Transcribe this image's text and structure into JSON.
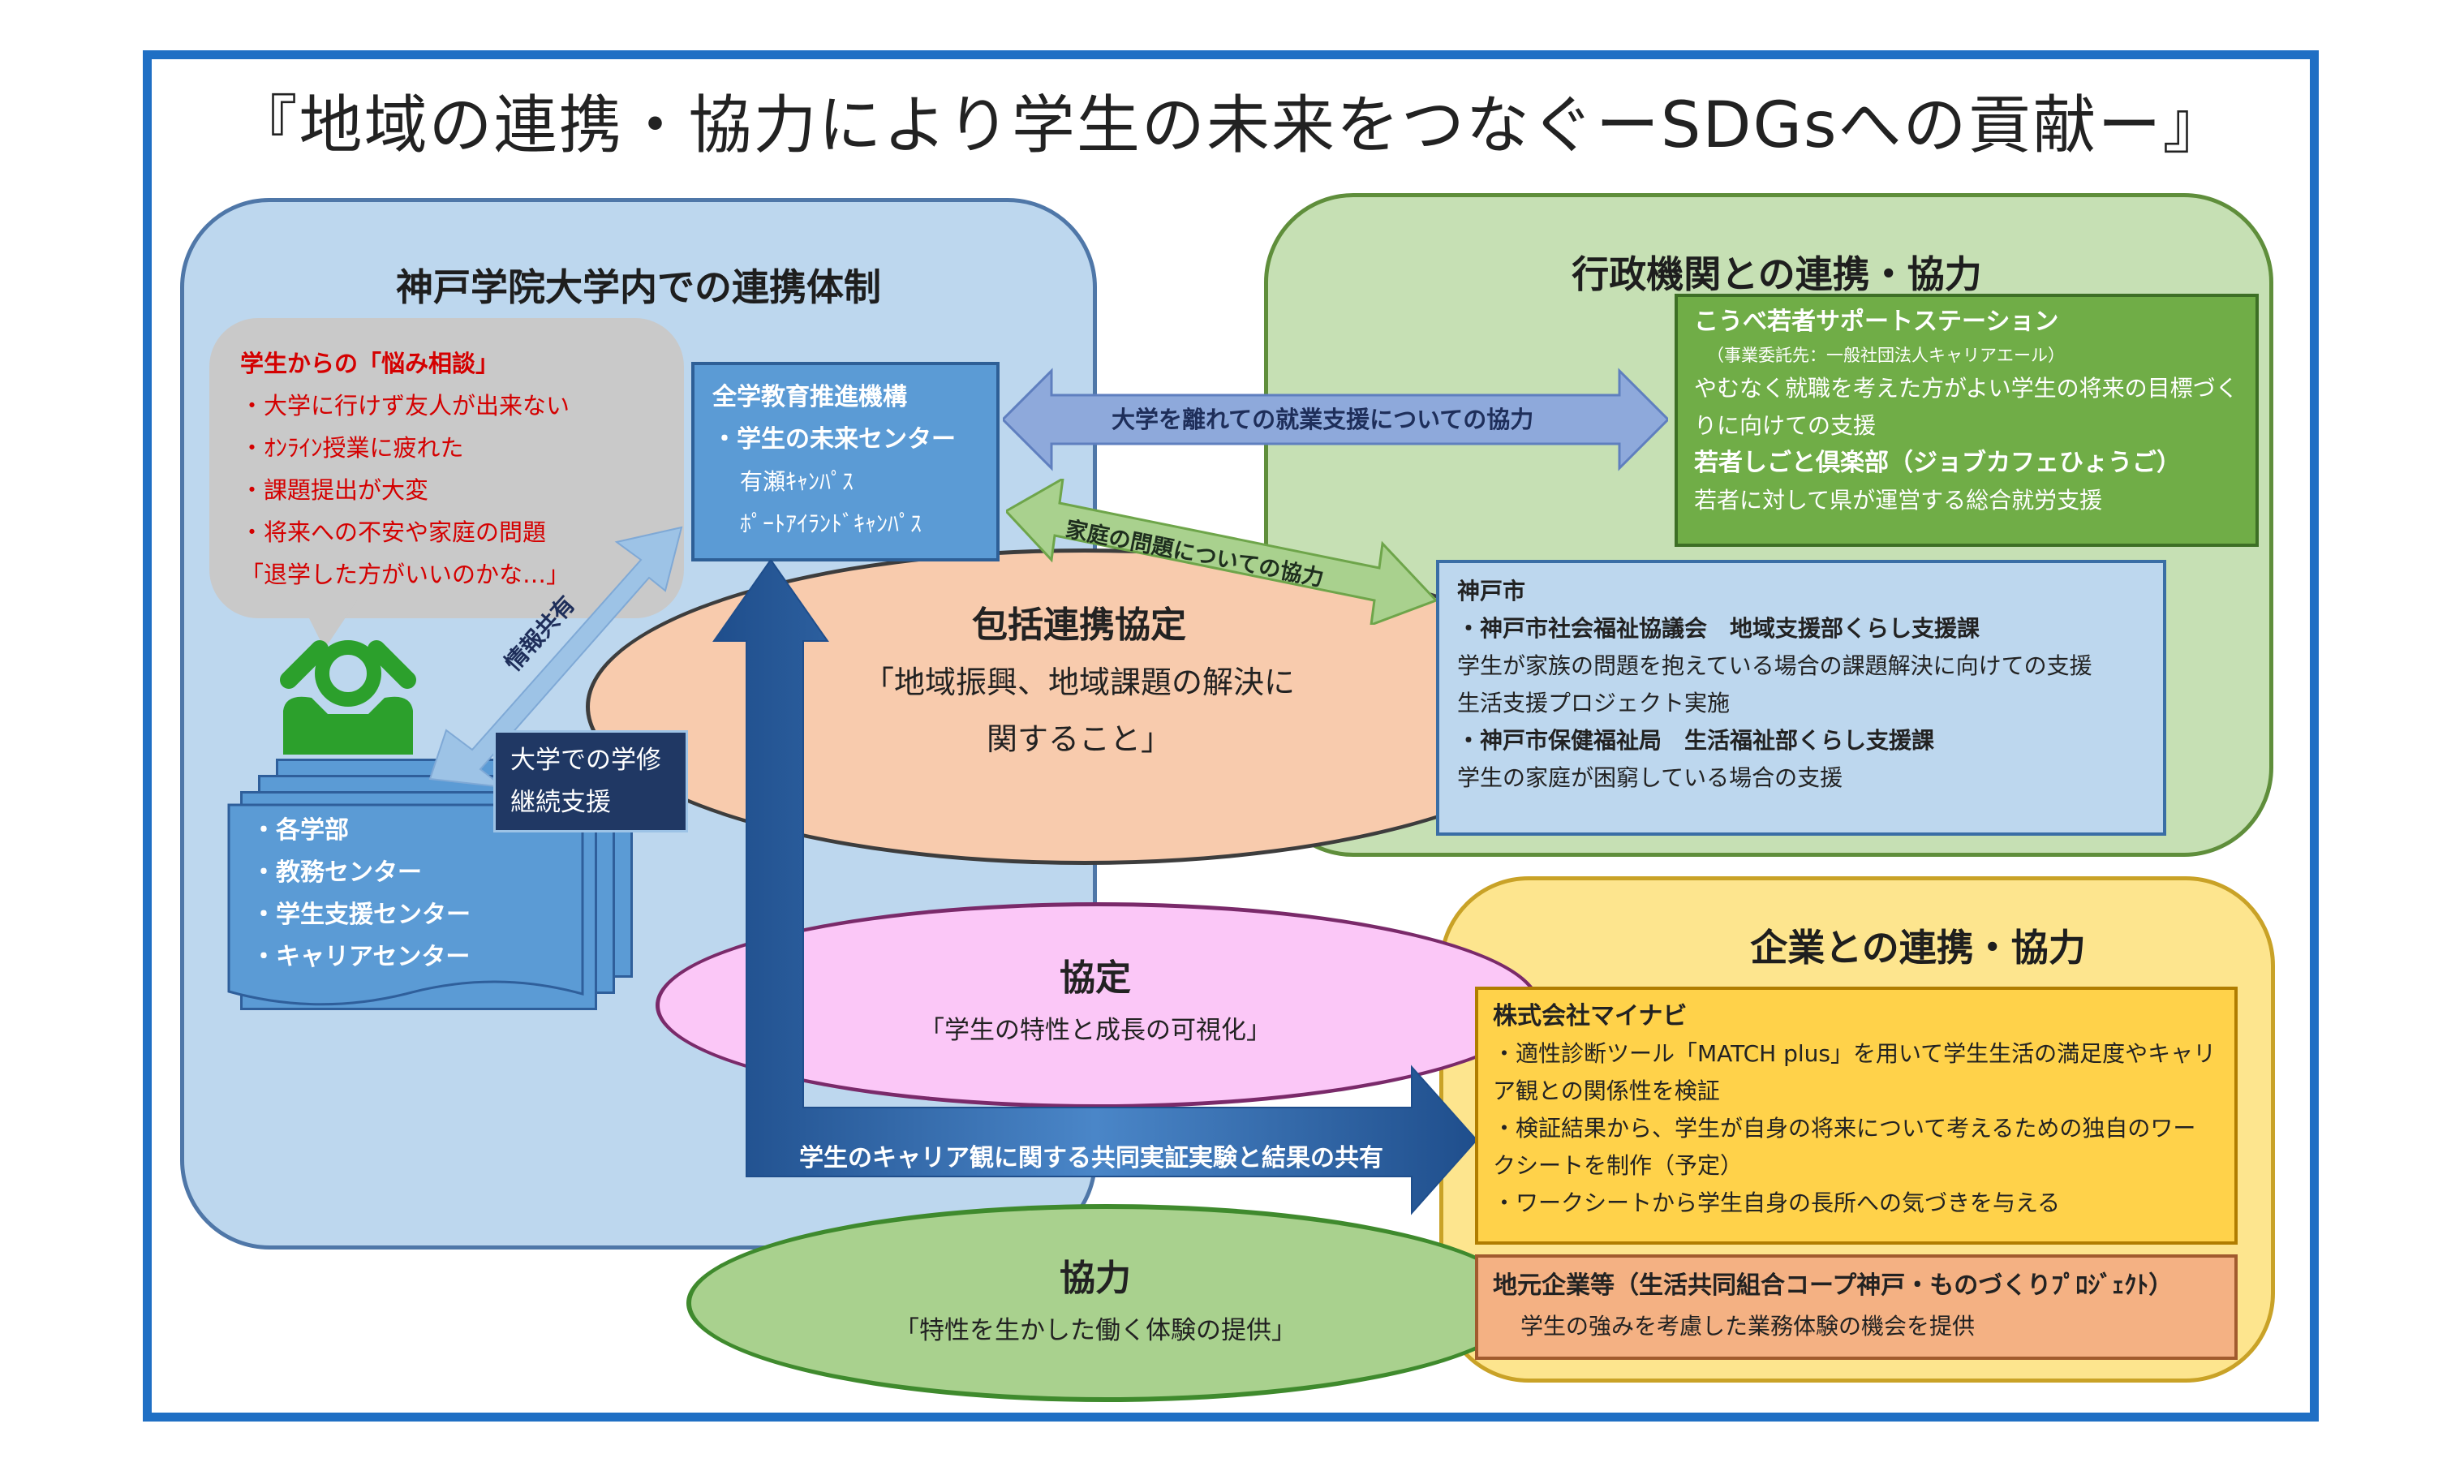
{
  "title": "『地域の連携・協力により学生の未来をつなぐーSDGsへの貢献ー』",
  "univ": {
    "title": "神戸学院大学内での連携体制",
    "bubble": {
      "heading": "学生からの「悩み相談」",
      "items": [
        "・大学に行けず友人が出来ない",
        "・ｵﾝﾗｲﾝ授業に疲れた",
        "・課題提出が大変",
        "・将来への不安や家庭の問題",
        "「退学した方がいいのかな…」"
      ]
    },
    "share_label": "情報共有",
    "departments": [
      "・各学部",
      "・教務センター",
      "・学生支援センター",
      "・キャリアセンター"
    ],
    "continuation": [
      "大学での学修",
      "継続支援"
    ],
    "edu": {
      "org": "全学教育推進機構",
      "center": "・学生の未来センター",
      "campuses": [
        "有瀬ｷｬﾝﾊﾟｽ",
        "ﾎﾟｰﾄｱｲﾗﾝﾄﾞｷｬﾝﾊﾟｽ"
      ]
    }
  },
  "arrows": {
    "employment": "大学を離れての就業支援についての協力",
    "family": "家庭の問題についての協力",
    "career": "学生のキャリア観に関する共同実証実験と結果の共有"
  },
  "inclusive": {
    "title": "包括連携協定",
    "text": [
      "「地域振興、地域課題の解決に",
      "関すること」"
    ]
  },
  "agreement": {
    "title": "協定",
    "text": "「学生の特性と成長の可視化」"
  },
  "cooperation": {
    "title": "協力",
    "text": "「特性を生かした働く体験の提供」"
  },
  "gov": {
    "title": "行政機関との連携・協力",
    "kobe": {
      "name": "こうべ若者サポートステーション",
      "sub": "（事業委託先：一般社団法人キャリアエール）",
      "desc": [
        "やむなく就職を考えた方がよい学生の将来の目標づく",
        "りに向けての支援"
      ],
      "club": "若者しごと倶楽部（ジョブカフェひょうご）",
      "club_desc": "若者に対して県が運営する総合就労支援"
    },
    "city": {
      "name": "神戸市",
      "org1": "・神戸市社会福祉協議会　地域支援部くらし支援課",
      "org1_desc": [
        "学生が家族の問題を抱えている場合の課題解決に向けての支援",
        "生活支援プロジェクト実施"
      ],
      "org2": "・神戸市保健福祉局　生活福祉部くらし支援課",
      "org2_desc": "学生の家庭が困窮している場合の支援"
    }
  },
  "ent": {
    "title": "企業との連携・協力",
    "mynavi": {
      "name": "株式会社マイナビ",
      "lines": [
        "・適性診断ツール「MATCH plus」を用いて学生生活の満足度やキャリ",
        "ア観との関係性を検証",
        "・検証結果から、学生が自身の将来について考えるための独自のワー",
        "クシートを制作（予定）",
        "・ワークシートから学生自身の長所への気づきを与える"
      ]
    },
    "local": {
      "name": "地元企業等（生活共同組合コープ神戸・ものづくりﾌﾟﾛｼﾞｪｸﾄ）",
      "desc": "学生の強みを考慮した業務体験の機会を提供"
    }
  },
  "colors": {
    "frame": "#1f6fc4",
    "univ_panel": "#bdd7ee",
    "gov_panel": "#c6e0b4",
    "ent_panel": "#fde58e",
    "red_text": "#d40000",
    "person": "#2ca02c",
    "blue_arrow": "#2e75b6"
  },
  "icons": {
    "person": "person-icon"
  }
}
